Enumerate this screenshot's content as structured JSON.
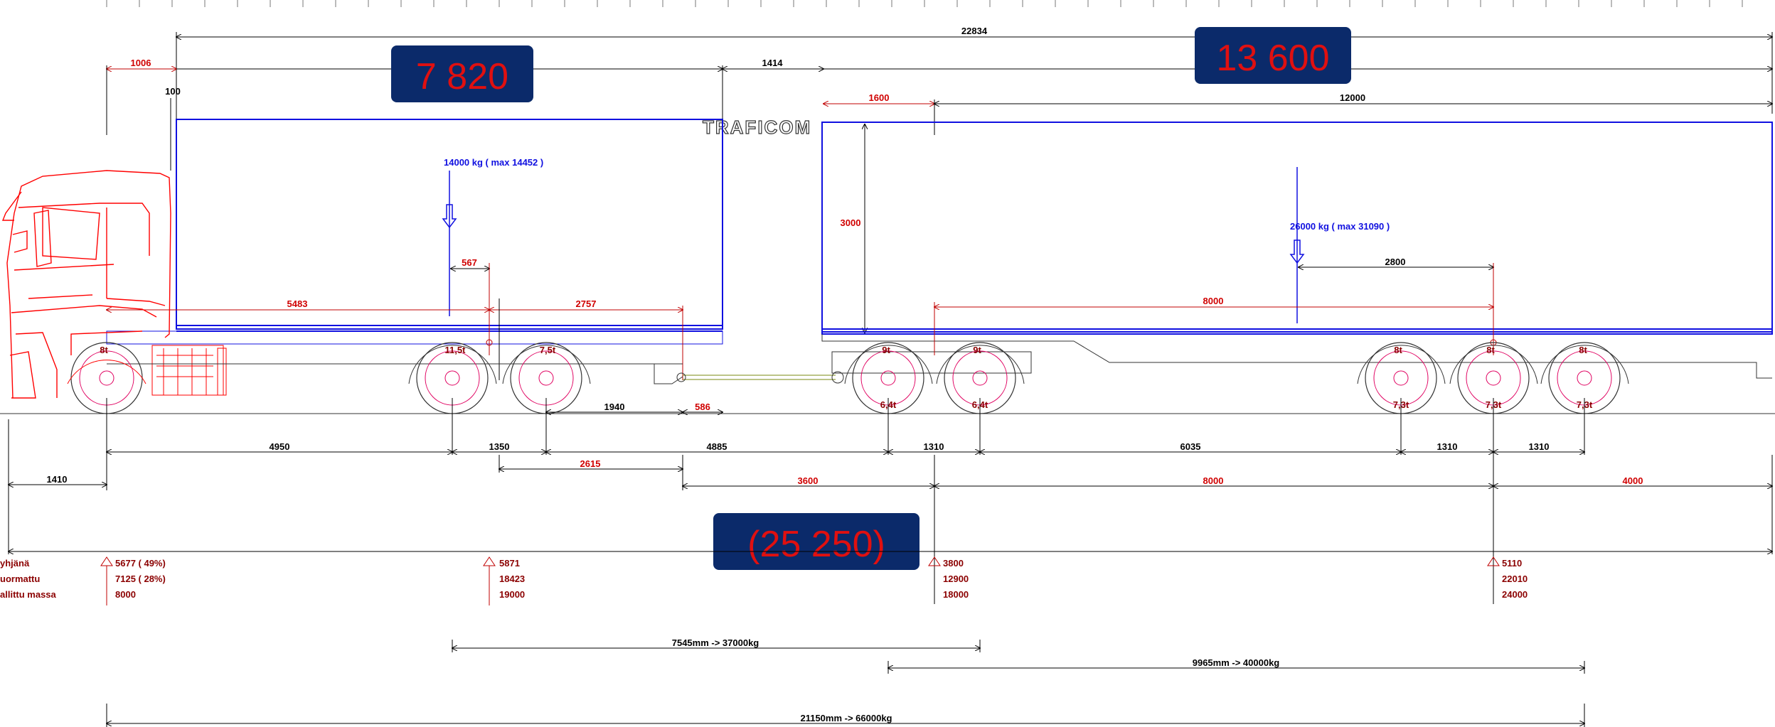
{
  "badges": {
    "truck_length": "7 820",
    "trailer_length": "13 600",
    "total_mass": "(25 250)"
  },
  "logo": "TRAFICOM",
  "top_dimensions": {
    "overall": "22834",
    "front_overhang": "1006",
    "front_offset": "100",
    "drawbar_gap": "1414",
    "trailer_front": "1600",
    "trailer_box": "12000",
    "trailer_height": "3000"
  },
  "loads": {
    "truck": "14000 kg ( max 14452 )",
    "trailer": "26000 kg ( max 31090 )"
  },
  "truck_dims": {
    "d5483": "5483",
    "d567": "567",
    "d2757": "2757",
    "d1940": "1940",
    "d586": "586"
  },
  "trailer_dims": {
    "d2800": "2800",
    "d8000": "8000"
  },
  "axle_ratings": {
    "a1": "8t",
    "a2": "11,5t",
    "a3": "7,5t",
    "a4": "9t",
    "a5": "9t",
    "a4b": "6,4t",
    "a5b": "6,4t",
    "a6": "8t",
    "a7": "8t",
    "a8": "8t",
    "a6b": "7,3t",
    "a7b": "7,3t",
    "a8b": "7,3t"
  },
  "bottom_dims": {
    "d4950": "4950",
    "d1350": "1350",
    "d4885": "4885",
    "d1310a": "1310",
    "d6035": "6035",
    "d1310b": "1310",
    "d1310c": "1310",
    "d1410": "1410",
    "d2615": "2615",
    "d3600": "3600",
    "d8000": "8000",
    "d4000": "4000"
  },
  "table": {
    "row_labels": [
      "yhjänä",
      "uormattu",
      "allittu massa"
    ],
    "columns": [
      [
        "5677 ( 49%)",
        "7125 ( 28%)",
        "8000"
      ],
      [
        "5871",
        "18423",
        "19000"
      ],
      [
        "3800",
        "12900",
        "18000"
      ],
      [
        "5110",
        "22010",
        "24000"
      ]
    ]
  },
  "spans": {
    "s1": "7545mm -> 37000kg",
    "s2": "9965mm -> 40000kg",
    "s3": "21150mm -> 66000kg"
  },
  "colors": {
    "badge": "#0b2a6a",
    "badge_text": "#e01010",
    "box_outline": "#1010e0",
    "dimension_red": "#d00000",
    "truck_red": "#ff0000",
    "wheel_dark": "#8b0000"
  }
}
